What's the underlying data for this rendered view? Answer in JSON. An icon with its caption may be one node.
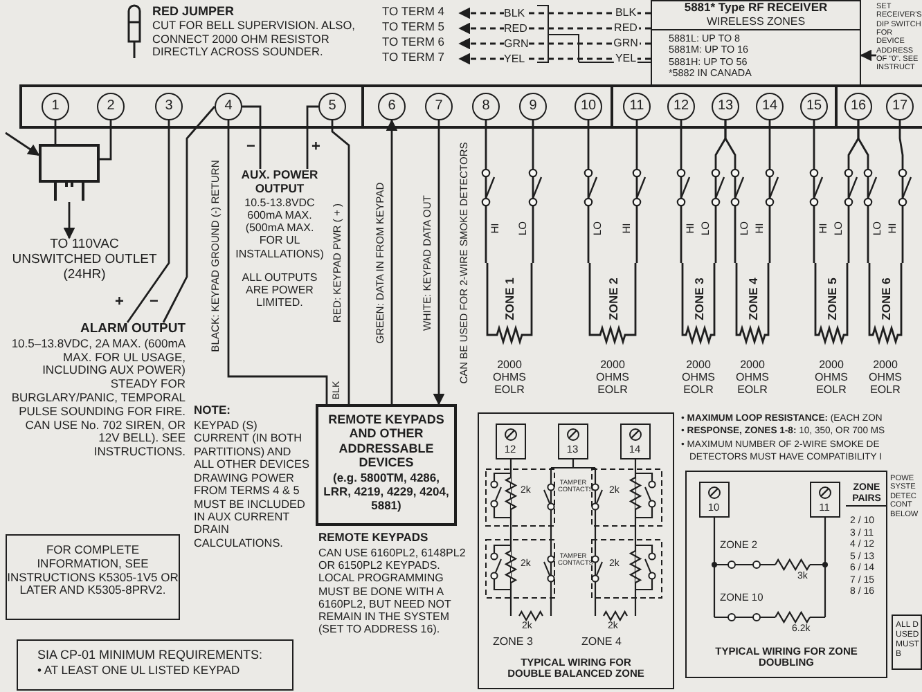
{
  "diagram": {
    "nodes": [
      {
        "text": [
          "1"
        ]
      },
      {
        "text": [
          "2"
        ]
      },
      {
        "text": [
          "3"
        ]
      },
      {
        "text": [
          "4"
        ]
      },
      {
        "text": [
          "5"
        ]
      },
      {
        "text": [
          "6"
        ]
      },
      {
        "text": [
          "7"
        ]
      },
      {
        "text": [
          "8"
        ]
      },
      {
        "text": [
          "9"
        ]
      },
      {
        "text": [
          "10"
        ]
      },
      {
        "text": [
          "11"
        ]
      },
      {
        "text": [
          "12"
        ]
      },
      {
        "text": [
          "13"
        ]
      },
      {
        "text": [
          "14"
        ]
      },
      {
        "text": [
          "15"
        ]
      },
      {
        "text": [
          "16"
        ]
      },
      {
        "text": [
          "17"
        ]
      },
      {
        "text": [],
        "shape": "picture"
      },
      {
        "text": [
          "TO 110VAC UNSWITCHED OUTLET (24HR)"
        ]
      },
      {
        "text": [
          "ALARM OUTPUT",
          "10.5–13.8VDC, 2A MAX. (600mA MAX. FOR UL USAGE, INCLUDING AUX POWER) STEADY FOR BURGLARY/PANIC, TEMPORAL PULSE SOUNDING FOR FIRE. CAN USE No. 702 SIREN, OR 12V BELL). SEE INSTRUCTIONS."
        ]
      },
      {
        "text": [
          "AUX. POWER OUTPUT",
          "10.5-13.8VDC 600mA MAX. (500mA MAX. FOR UL INSTALLATIONS)",
          "ALL OUTPUTS ARE POWER LIMITED."
        ]
      },
      {
        "text": [
          "REMOTE KEYPADS AND OTHER ADDRESSABLE DEVICES",
          "(e.g. 5800TM, 4286, LRR, 4219, 4229, 4204, 5881)"
        ]
      },
      {
        "text": [
          "ZONE 1"
        ],
        "beside": [
          "2000 OHMS EOLR"
        ]
      },
      {
        "text": [
          "ZONE 2"
        ],
        "beside": [
          "2000 OHMS EOLR"
        ]
      },
      {
        "text": [
          "ZONE 3"
        ],
        "beside": [
          "2000 OHMS EOLR"
        ]
      },
      {
        "text": [
          "ZONE 4"
        ],
        "beside": [
          "2000 OHMS EOLR"
        ]
      },
      {
        "text": [
          "ZONE 5"
        ],
        "beside": [
          "2000 OHMS EOLR"
        ]
      },
      {
        "text": [
          "ZONE 6"
        ],
        "beside": [
          "2000 OHMS EOLR"
        ]
      },
      {
        "text": [
          "5881* Type RF RECEIVER",
          "WIRELESS ZONES",
          "5881L: UP TO 8",
          "5881M: UP TO 16",
          "5881H: UP TO 56",
          "*5882 IN CANADA"
        ]
      },
      {
        "text": [
          "TO TERM 4"
        ]
      },
      {
        "text": [
          "TO TERM 5"
        ]
      },
      {
        "text": [
          "TO TERM 6"
        ]
      },
      {
        "text": [
          "TO TERM 7"
        ]
      },
      {
        "text": [
          "SET RECEIVER'S DIP SWITCH FOR DEVICE ADDRESS OF \"0\". SEE INSTRUCT"
        ]
      },
      {
        "text": [
          "FOR COMPLETE INFORMATION, SEE INSTRUCTIONS K5305-1V5 OR LATER AND K5305-8PRV2."
        ]
      },
      {
        "text": [
          "SIA CP-01 MINIMUM REQUIREMENTS:",
          "• AT LEAST ONE UL LISTED KEYPAD"
        ]
      },
      {
        "text": [
          "TYPICAL WIRING FOR DOUBLE BALANCED ZONE"
        ]
      },
      {
        "text": [
          "12"
        ],
        "in": 36
      },
      {
        "text": [
          "13"
        ],
        "in": 36
      },
      {
        "text": [
          "14"
        ],
        "in": 36
      },
      {
        "text": [
          "TYPICAL WIRING FOR ZONE DOUBLING"
        ]
      },
      {
        "text": [
          "10"
        ],
        "in": 40
      },
      {
        "text": [
          "11"
        ],
        "in": 40
      },
      {
        "text": [
          "ALL D USED MUST B"
        ]
      }
    ],
    "edges": [
      {
        "from": 0,
        "to": 17,
        "arrow": "none"
      },
      {
        "from": 1,
        "to": 17,
        "arrow": "none"
      },
      {
        "from": 2,
        "to": 19,
        "arrow": "none"
      },
      {
        "from": 3,
        "to": 19,
        "arrow": "none"
      },
      {
        "from": 3,
        "to": 20,
        "arrow": "none"
      },
      {
        "from": 4,
        "to": 20,
        "arrow": "none"
      },
      {
        "from": 3,
        "to": 21,
        "arrow": "none",
        "label": "BLACK: KEYPAD GROUND (-) RETURN"
      },
      {
        "from": 4,
        "to": 21,
        "arrow": "none",
        "label": "RED: KEYPAD PWR ( + )"
      },
      {
        "from": 21,
        "to": 5,
        "arrow": "to",
        "label": "GREEN: DATA IN FROM KEYPAD"
      },
      {
        "from": 6,
        "to": 21,
        "arrow": "to",
        "label": "WHITE: KEYPAD DATA OUT"
      },
      {
        "from": 7,
        "to": 22,
        "arrow": "none",
        "label": "HI"
      },
      {
        "from": 8,
        "to": 22,
        "arrow": "none",
        "label": "LO"
      },
      {
        "from": 9,
        "to": 23,
        "arrow": "none",
        "label": "LO"
      },
      {
        "from": 10,
        "to": 23,
        "arrow": "none",
        "label": "HI"
      },
      {
        "from": 11,
        "to": 24,
        "arrow": "none",
        "label": "HI"
      },
      {
        "from": 12,
        "to": 24,
        "arrow": "none",
        "label": "LO"
      },
      {
        "from": 12,
        "to": 25,
        "arrow": "none",
        "label": "LO"
      },
      {
        "from": 13,
        "to": 25,
        "arrow": "none",
        "label": "HI"
      },
      {
        "from": 14,
        "to": 26,
        "arrow": "none",
        "label": "HI"
      },
      {
        "from": 15,
        "to": 26,
        "arrow": "none",
        "label": "LO"
      },
      {
        "from": 15,
        "to": 27,
        "arrow": "none",
        "label": "LO"
      },
      {
        "from": 16,
        "to": 27,
        "arrow": "none",
        "label": "HI"
      },
      {
        "from": 17,
        "to": 18,
        "arrow": "to"
      },
      {
        "from": null,
        "to": 17,
        "arrow": "to"
      },
      {
        "from": 28,
        "to": 29,
        "arrow": "to",
        "style": "dashed",
        "label": "BLK"
      },
      {
        "from": 28,
        "to": 30,
        "arrow": "to",
        "style": "dashed",
        "label": "RED"
      },
      {
        "from": 28,
        "to": 31,
        "arrow": "to",
        "style": "dashed",
        "label": "GRN"
      },
      {
        "from": 28,
        "to": 32,
        "arrow": "to",
        "style": "dashed",
        "label": "YEL"
      },
      {
        "from": 33,
        "to": 28,
        "arrow": "to"
      }
    ],
    "labels": [
      "RED JUMPER",
      "CUT FOR BELL SUPERVISION. ALSO, CONNECT 2000 OHM RESISTOR DIRECTLY ACROSS SOUNDER.",
      "BLK",
      "RED",
      "GRN",
      "YEL",
      "+",
      "−",
      "−",
      "+",
      "BLK",
      "CAN BE USED FOR 2-WIRE SMOKE DETECTORS",
      "NOTE:",
      "KEYPAD (S) CURRENT (IN BOTH PARTITIONS) AND ALL OTHER DEVICES DRAWING POWER FROM TERMS 4 & 5 MUST BE INCLUDED IN AUX CURRENT DRAIN CALCULATIONS.",
      "REMOTE KEYPADS",
      "CAN USE 6160PL2, 6148PL2 OR 6150PL2 KEYPADS. LOCAL PROGRAMMING MUST BE DONE WITH A 6160PL2, BUT NEED NOT REMAIN IN THE SYSTEM (SET TO ADDRESS 16).",
      "• **MAXIMUM LOOP RESISTANCE:** (EACH ZON",
      "• **RESPONSE, ZONES 1-8:** 10, 350, OR 700 MS",
      "• MAXIMUM NUMBER OF 2-WIRE SMOKE DE",
      "DETECTORS MUST HAVE COMPATIBILITY I",
      "POWE SYSTE DETEC CONT BELOW",
      "2k",
      "TAMPER CONTACTS",
      "2k",
      "2k",
      "TAMPER CONTACTS",
      "2k",
      "2k",
      "2k",
      "ZONE 3",
      "ZONE 4",
      "ZONE PAIRS",
      "2 / 10",
      "3 / 11",
      "4 / 12",
      "5 / 13",
      "6 / 14",
      "7 / 15",
      "8 / 16",
      "ZONE 2",
      "3k",
      "ZONE 10",
      "6.2k"
    ]
  }
}
